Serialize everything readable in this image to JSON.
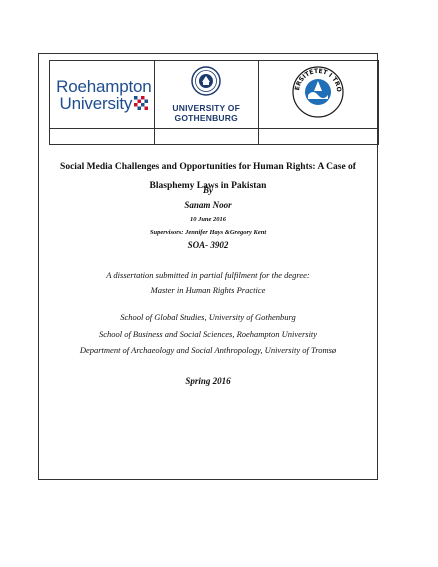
{
  "logos": {
    "roehampton": {
      "line1": "Roehampton",
      "line2": "University"
    },
    "gothenburg": {
      "line1": "UNIVERSITY OF",
      "line2": "GOTHENBURG"
    },
    "tromso": {
      "name": "UNIVERSITETET I TROMSØ"
    }
  },
  "title": "Social Media Challenges and Opportunities for Human Rights: A Case of Blasphemy Laws in Pakistan",
  "by": "By",
  "author": "Sanam Noor",
  "date": "10 June 2016",
  "supervisors": "Supervisors: Jennifer Hays &Gregory Kent",
  "code": "SOA- 3902",
  "dissertation": {
    "line1": "A dissertation submitted in partial fulfilment for the degree:",
    "line2": "Master in Human Rights Practice"
  },
  "institutions": [
    "School of Global Studies, University of Gothenburg",
    "School of Business and Social Sciences, Roehampton University",
    "Department of Archaeology and Social Anthropology, University of Tromsø"
  ],
  "season": "Spring 2016",
  "colors": {
    "roehampton_blue": "#1f4e8f",
    "gothenburg_blue": "#1d3a6e",
    "tromso_blue": "#1f6fb8"
  }
}
